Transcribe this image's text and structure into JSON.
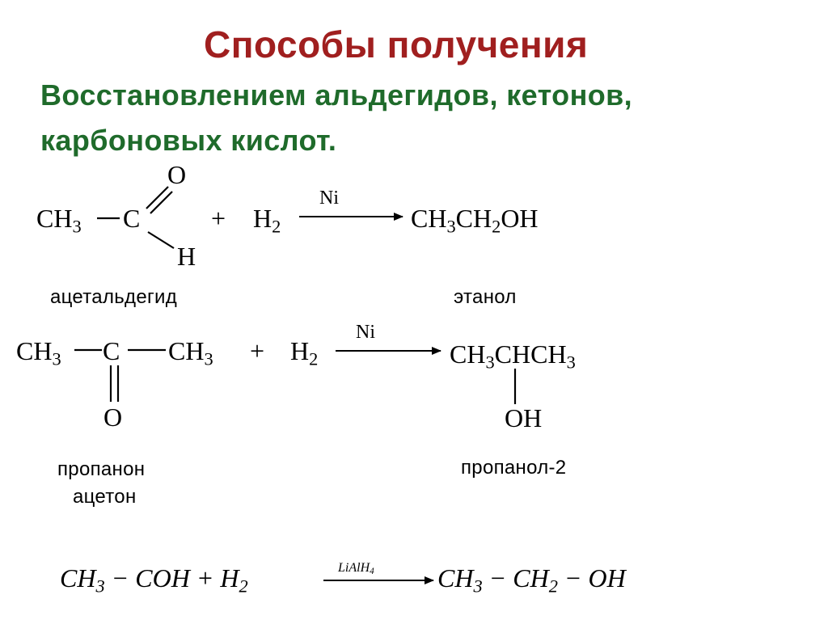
{
  "slide": {
    "title": "Способы получения",
    "subtitle": "Восстановлением альдегидов, кетонов, карбоновых кислот.",
    "colors": {
      "title": "#a01f1f",
      "subtitle": "#1f6b2b",
      "text": "#000000"
    }
  },
  "reaction1": {
    "ch3": "CH",
    "ch3_sub": "3",
    "c": "C",
    "o": "O",
    "h": "H",
    "plus": "+",
    "h2": "H",
    "h2_sub": "2",
    "catalyst": "Ni",
    "product": {
      "p1": "CH",
      "s1": "3",
      "p2": "CH",
      "s2": "2",
      "p3": "OH"
    },
    "reactant_label": "ацетальдегид",
    "product_label": "этанол"
  },
  "reaction2": {
    "ch3_left": "CH",
    "ch3_left_sub": "3",
    "c": "C",
    "ch3_right": "CH",
    "ch3_right_sub": "3",
    "o": "O",
    "plus": "+",
    "h2": "H",
    "h2_sub": "2",
    "catalyst": "Ni",
    "product": {
      "p1": "CH",
      "s1": "3",
      "p2": "CHCH",
      "s2": "3",
      "oh": "OH"
    },
    "reactant_label_1": "пропанон",
    "reactant_label_2": "ацетон",
    "product_label": "пропанол-2"
  },
  "reaction3": {
    "left": {
      "p1": "CH",
      "s1": "3",
      "p2": " − COH + H",
      "s2": "2"
    },
    "catalyst": {
      "p1": "LiAlH",
      "s1": "4"
    },
    "right": {
      "p1": "CH",
      "s1": "3",
      "p2": " − CH",
      "s2": "2",
      "p3": " − OH"
    }
  }
}
